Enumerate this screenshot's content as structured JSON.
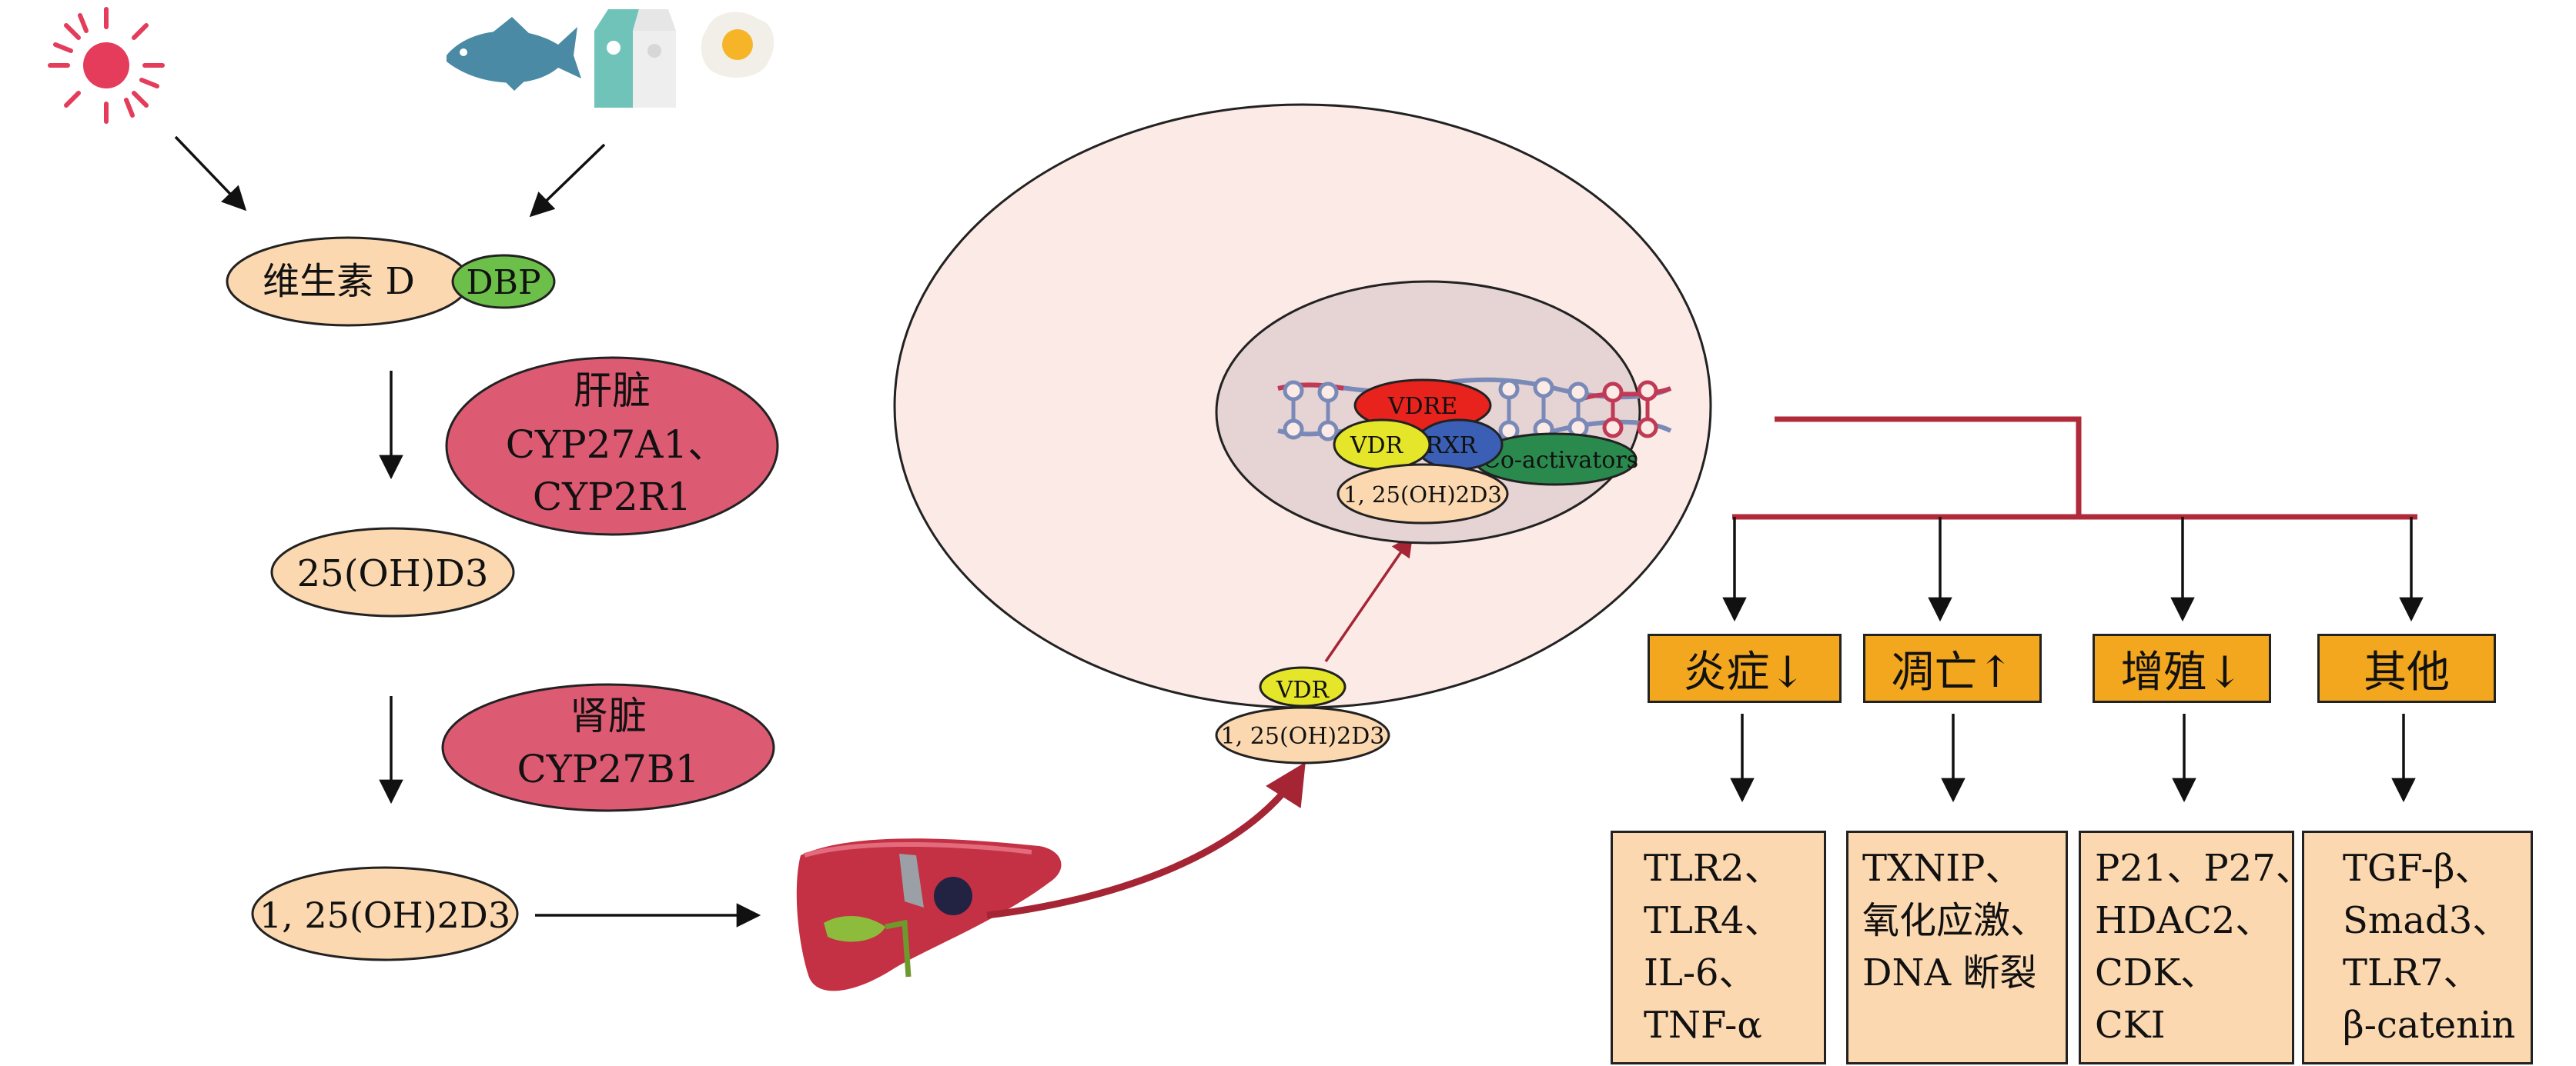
{
  "sources": {
    "sun_icon": "sun-icon",
    "food_icons": [
      "fish-icon",
      "milk-carton-icon",
      "egg-icon"
    ]
  },
  "pathway": {
    "vitd": "维生素 D",
    "dbp": "DBP",
    "liver_organ": "肝脏",
    "liver_enzyme": "CYP27A1、",
    "liver_enzyme2": "CYP2R1",
    "metabolite1": "25(OH)D3",
    "kidney_organ": "肾脏",
    "kidney_enzyme": "CYP27B1",
    "metabolite2": "1, 25(OH)2D3"
  },
  "cell": {
    "vdre": "VDRE",
    "vdr": "VDR",
    "rxr": "RXR",
    "coactivators": "Co-activators",
    "ligand": "1, 25(OH)2D3",
    "membrane_vdr": "VDR",
    "membrane_ligand": "1, 25(OH)2D3"
  },
  "effects": [
    {
      "label": "炎症↓",
      "items": [
        "TLR2、",
        "TLR4、",
        "IL-6、",
        "TNF-α"
      ]
    },
    {
      "label": "凋亡↑",
      "items": [
        "TXNIP、",
        "氧化应激、",
        "DNA 断裂"
      ]
    },
    {
      "label": "增殖↓",
      "items": [
        "P21、P27、",
        "HDAC2、",
        "CDK、",
        "CKI"
      ]
    },
    {
      "label": "其他",
      "items": [
        "TGF-β、",
        "Smad3、",
        "TLR7、",
        "β-catenin"
      ]
    }
  ],
  "colors": {
    "peach": "#fbd8b0",
    "enzyme_red": "#dd5a73",
    "dbp_green": "#6cc04a",
    "orange": "#f2a71f",
    "dark_red": "#b02a3a",
    "cell_fill": "#fbeae6",
    "nucleus_fill": "#e6d3d3"
  }
}
